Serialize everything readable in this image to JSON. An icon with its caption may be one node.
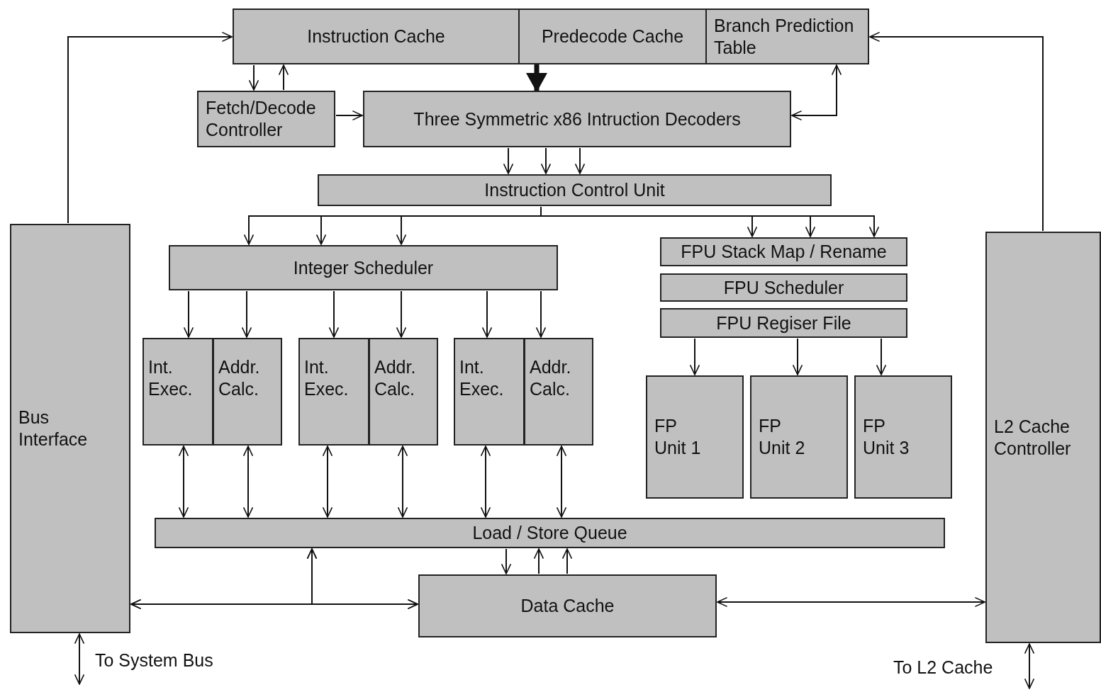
{
  "diagram": {
    "nodes": [
      {
        "text": [
          "Instruction Cache"
        ]
      },
      {
        "text": [
          "Predecode Cache"
        ]
      },
      {
        "text": [
          "Branch Prediction Table"
        ]
      },
      {
        "text": [
          "Fetch/Decode Controller"
        ]
      },
      {
        "text": [
          "Three Symmetric x86 Intruction Decoders"
        ]
      },
      {
        "text": [
          "Instruction Control Unit"
        ]
      },
      {
        "text": [
          "Bus Interface"
        ]
      },
      {
        "text": [
          "Integer Scheduler"
        ]
      },
      {
        "text": [
          "FPU Stack Map / Rename"
        ]
      },
      {
        "text": [
          "FPU Scheduler"
        ]
      },
      {
        "text": [
          "FPU Regiser File"
        ]
      },
      {
        "text": [
          "Int. Exec."
        ]
      },
      {
        "text": [
          "Addr. Calc."
        ]
      },
      {
        "text": [
          "Int. Exec."
        ]
      },
      {
        "text": [
          "Addr. Calc."
        ]
      },
      {
        "text": [
          "Int. Exec."
        ]
      },
      {
        "text": [
          "Addr. Calc."
        ]
      },
      {
        "text": [
          "FP Unit 1"
        ]
      },
      {
        "text": [
          "FP Unit 2"
        ]
      },
      {
        "text": [
          "FP Unit 3"
        ]
      },
      {
        "text": [
          "L2 Cache Controller"
        ]
      },
      {
        "text": [
          "Load / Store Queue"
        ]
      },
      {
        "text": [
          "Data Cache"
        ]
      }
    ],
    "edges": [
      {
        "from": 6,
        "to": 0,
        "arrow": "to"
      },
      {
        "from": 20,
        "to": 2,
        "arrow": "to"
      },
      {
        "from": 0,
        "to": 3,
        "arrow": "to"
      },
      {
        "from": 3,
        "to": 0,
        "arrow": "to"
      },
      {
        "from": 3,
        "to": 4,
        "arrow": "to"
      },
      {
        "from": 1,
        "to": 4,
        "arrow": "to",
        "style": "thick"
      },
      {
        "from": 4,
        "to": 2,
        "arrow": "both"
      },
      {
        "from": 4,
        "to": 5,
        "arrow": "to"
      },
      {
        "from": 4,
        "to": 5,
        "arrow": "to"
      },
      {
        "from": 4,
        "to": 5,
        "arrow": "to"
      },
      {
        "from": 5,
        "to": 7,
        "arrow": "to"
      },
      {
        "from": 5,
        "to": 7,
        "arrow": "to"
      },
      {
        "from": 5,
        "to": 7,
        "arrow": "to"
      },
      {
        "from": 5,
        "to": 8,
        "arrow": "to"
      },
      {
        "from": 5,
        "to": 8,
        "arrow": "to"
      },
      {
        "from": 5,
        "to": 8,
        "arrow": "to"
      },
      {
        "from": 7,
        "to": 11,
        "arrow": "to"
      },
      {
        "from": 7,
        "to": 12,
        "arrow": "to"
      },
      {
        "from": 7,
        "to": 13,
        "arrow": "to"
      },
      {
        "from": 7,
        "to": 14,
        "arrow": "to"
      },
      {
        "from": 7,
        "to": 15,
        "arrow": "to"
      },
      {
        "from": 7,
        "to": 16,
        "arrow": "to"
      },
      {
        "from": 10,
        "to": 17,
        "arrow": "to"
      },
      {
        "from": 10,
        "to": 18,
        "arrow": "to"
      },
      {
        "from": 10,
        "to": 19,
        "arrow": "to"
      },
      {
        "from": 11,
        "to": 21,
        "arrow": "both"
      },
      {
        "from": 12,
        "to": 21,
        "arrow": "both"
      },
      {
        "from": 13,
        "to": 21,
        "arrow": "both"
      },
      {
        "from": 14,
        "to": 21,
        "arrow": "both"
      },
      {
        "from": 15,
        "to": 21,
        "arrow": "both"
      },
      {
        "from": 16,
        "to": 21,
        "arrow": "both"
      },
      {
        "from": 21,
        "to": 22,
        "arrow": "to"
      },
      {
        "from": 22,
        "to": 21,
        "arrow": "to"
      },
      {
        "from": 22,
        "to": 21,
        "arrow": "to"
      },
      {
        "from": 6,
        "to": 22,
        "arrow": "both"
      },
      {
        "from": 6,
        "to": 21,
        "arrow": "both"
      },
      {
        "from": 22,
        "to": 21,
        "arrow": "both"
      },
      {
        "from": 22,
        "to": 20,
        "arrow": "both"
      },
      {
        "from": 6,
        "to": null,
        "arrow": "both",
        "label": "To System Bus"
      },
      {
        "from": 20,
        "to": null,
        "arrow": "both",
        "label": "To L2 Cache"
      }
    ]
  }
}
